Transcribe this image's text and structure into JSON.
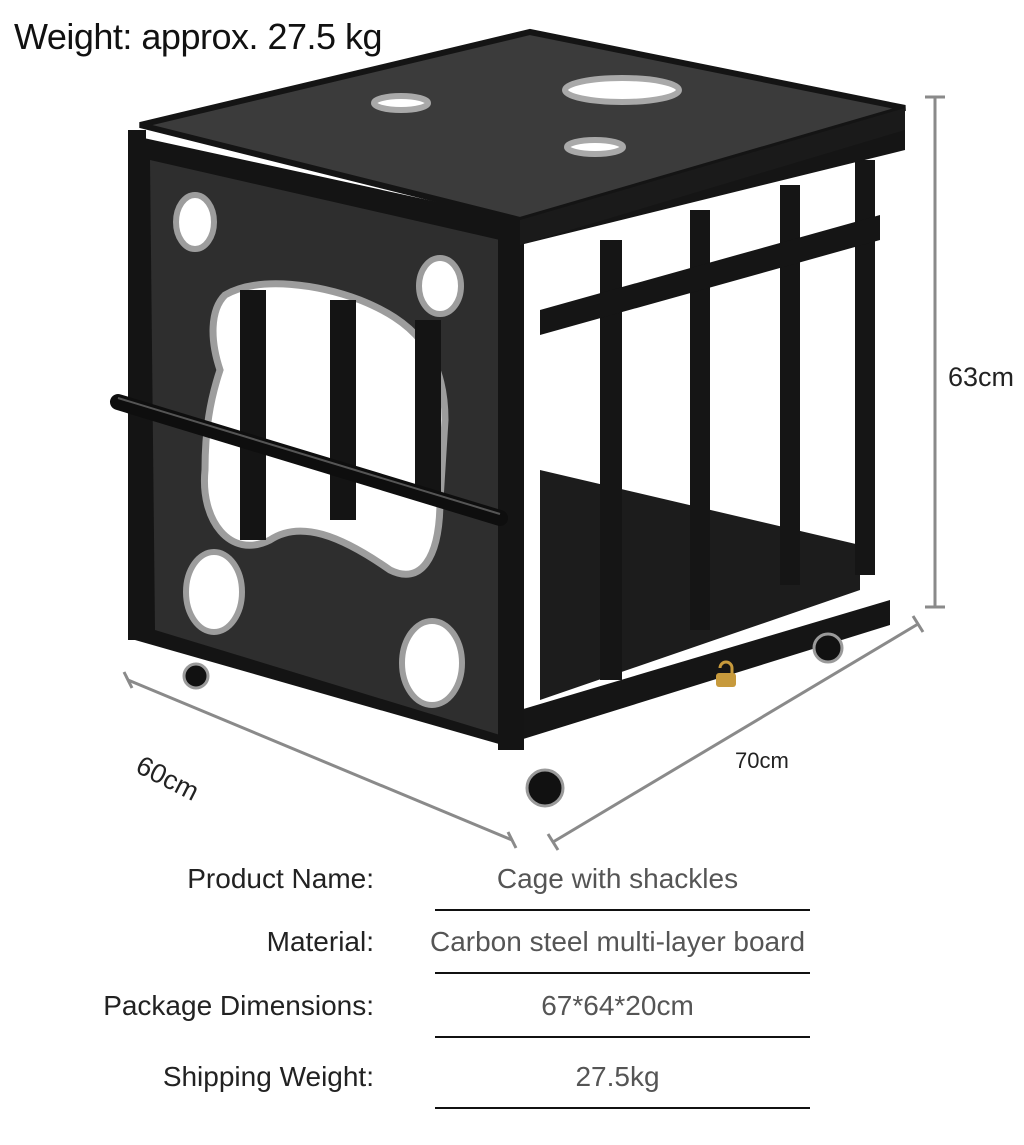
{
  "header": {
    "weight_text": "Weight: approx. 27.5 kg"
  },
  "dimensions": {
    "height": "63cm",
    "depth": "70cm",
    "width": "60cm"
  },
  "specs": [
    {
      "label": "Product Name:",
      "value": "Cage with shackles"
    },
    {
      "label": "Material:",
      "value": "Carbon steel multi-layer board"
    },
    {
      "label": "Package Dimensions:",
      "value": "67*64*20cm"
    },
    {
      "label": "Shipping Weight:",
      "value": "27.5kg"
    }
  ],
  "colors": {
    "frame": "#141414",
    "board": "#2e2e2e",
    "top": "#3b3b3b",
    "grommet": "#a9a9a9",
    "dimension_line": "#8a8a8a",
    "lock": "#c79a3c"
  },
  "icons": {
    "product": "cage-product-image"
  }
}
